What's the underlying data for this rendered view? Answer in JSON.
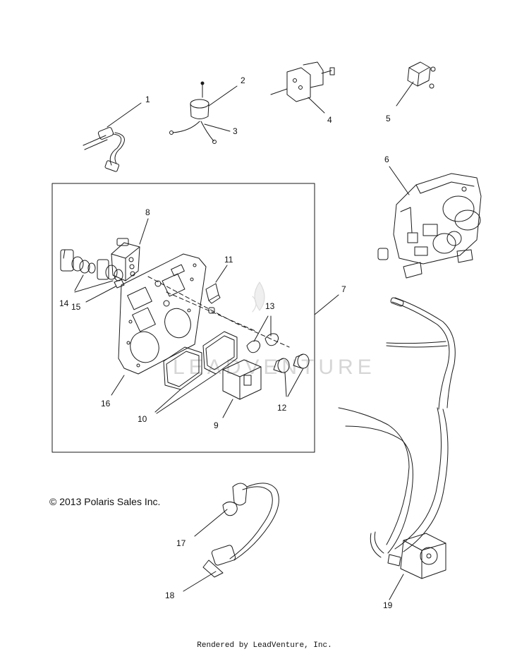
{
  "callouts": {
    "c1": "1",
    "c2": "2",
    "c3": "3",
    "c4": "4",
    "c5": "5",
    "c6": "6",
    "c7": "7",
    "c8": "8",
    "c9": "9",
    "c10": "10",
    "c11": "11",
    "c12": "12",
    "c13": "13",
    "c14": "14",
    "c15": "15",
    "c16": "16",
    "c17": "17",
    "c18": "18",
    "c19": "19"
  },
  "copyright": "© 2013 Polaris Sales Inc.",
  "footer": "Rendered by LeadVenture, Inc.",
  "watermark": "LEADVENTURE",
  "colors": {
    "line": "#1a1a1a",
    "watermark": "#d6d6d6"
  }
}
